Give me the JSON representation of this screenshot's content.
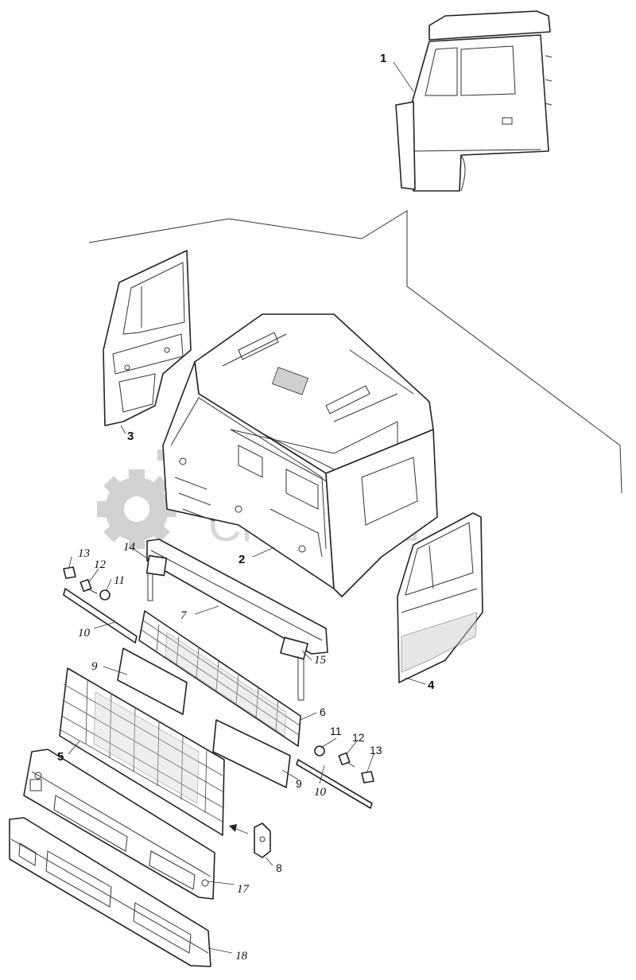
{
  "diagram": {
    "callouts": [
      {
        "id": "c1",
        "label": "1"
      },
      {
        "id": "c2",
        "label": "2"
      },
      {
        "id": "c3",
        "label": "3"
      },
      {
        "id": "c4",
        "label": "4"
      },
      {
        "id": "c5",
        "label": "5"
      },
      {
        "id": "c6",
        "label": "6"
      },
      {
        "id": "c7",
        "label": "7"
      },
      {
        "id": "c8",
        "label": "8"
      },
      {
        "id": "c9a",
        "label": "9"
      },
      {
        "id": "c9b",
        "label": "9"
      },
      {
        "id": "c10a",
        "label": "10"
      },
      {
        "id": "c10b",
        "label": "10"
      },
      {
        "id": "c11a",
        "label": "11"
      },
      {
        "id": "c11b",
        "label": "11"
      },
      {
        "id": "c12a",
        "label": "12"
      },
      {
        "id": "c12b",
        "label": "12"
      },
      {
        "id": "c13a",
        "label": "13"
      },
      {
        "id": "c13b",
        "label": "13"
      },
      {
        "id": "c14",
        "label": "14"
      },
      {
        "id": "c15",
        "label": "15"
      },
      {
        "id": "c17",
        "label": "17"
      },
      {
        "id": "c18",
        "label": "18"
      }
    ]
  },
  "watermark": {
    "text": "СпецМаш",
    "color": "#b9b9b9"
  }
}
